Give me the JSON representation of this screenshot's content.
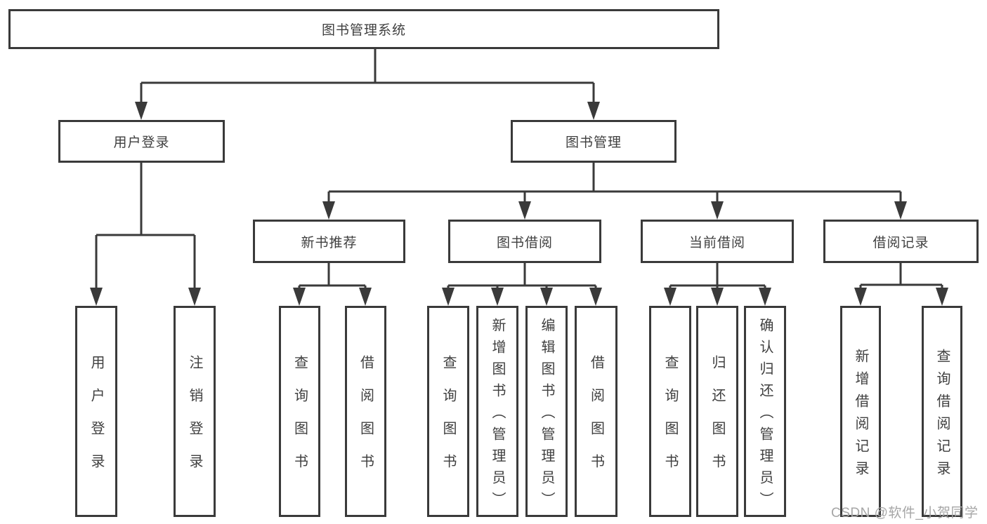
{
  "diagram": {
    "title": "图书管理系统",
    "tree": {
      "label": "图书管理系统",
      "children": [
        {
          "label": "用户登录",
          "children": [
            {
              "label": "用户登录"
            },
            {
              "label": "注销登录"
            }
          ]
        },
        {
          "label": "图书管理",
          "children": [
            {
              "label": "新书推荐",
              "children": [
                {
                  "label": "查询图书"
                },
                {
                  "label": "借阅图书"
                }
              ]
            },
            {
              "label": "图书借阅",
              "children": [
                {
                  "label": "查询图书"
                },
                {
                  "label": "新增图书（管理员）"
                },
                {
                  "label": "编辑图书（管理员）"
                },
                {
                  "label": "借阅图书"
                }
              ]
            },
            {
              "label": "当前借阅",
              "children": [
                {
                  "label": "查询图书"
                },
                {
                  "label": "归还图书"
                },
                {
                  "label": "确认归还（管理员）"
                }
              ]
            },
            {
              "label": "借阅记录",
              "children": [
                {
                  "label": "新增借阅记录"
                },
                {
                  "label": "查询借阅记录"
                }
              ]
            }
          ]
        }
      ]
    }
  },
  "watermark": {
    "text": "CSDN @软件_小贺同学"
  },
  "colors": {
    "line": "#3a3a3a",
    "box_border": "#3a3a3a",
    "text": "#3f3f3f",
    "watermark": "#a6a6a6",
    "background": "#ffffff"
  }
}
